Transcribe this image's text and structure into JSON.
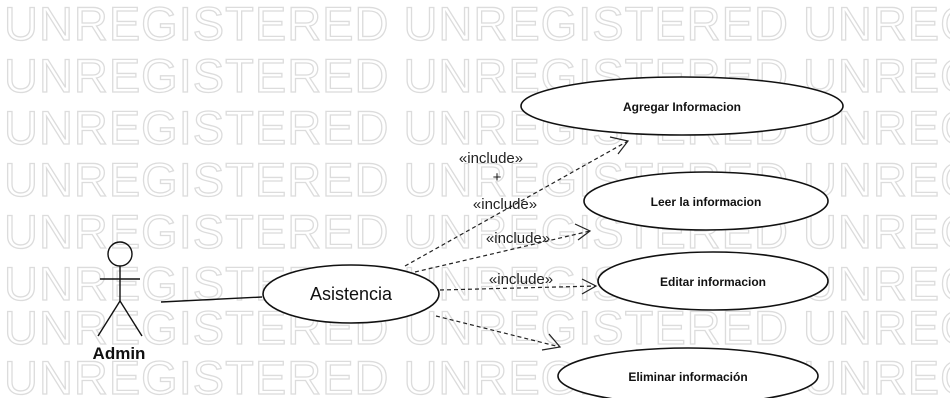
{
  "watermark": "UNREGISTERED UNREGISTERED UNREGISTERED",
  "actor": {
    "label": "Admin"
  },
  "main_use_case": {
    "label": "Asistencia"
  },
  "use_cases": [
    {
      "id": "agregar",
      "label": "Agregar Informacion"
    },
    {
      "id": "leer",
      "label": "Leer la informacion"
    },
    {
      "id": "editar",
      "label": "Editar informacion"
    },
    {
      "id": "eliminar",
      "label": "Eliminar información"
    }
  ],
  "relation_labels": {
    "include_1": "«include»",
    "plus": "+",
    "include_2": "«include»",
    "include_3": "«include»",
    "include_4": "«include»"
  },
  "colors": {
    "line": "#111111",
    "watermark": "#dcdcdc",
    "background": "#ffffff"
  }
}
